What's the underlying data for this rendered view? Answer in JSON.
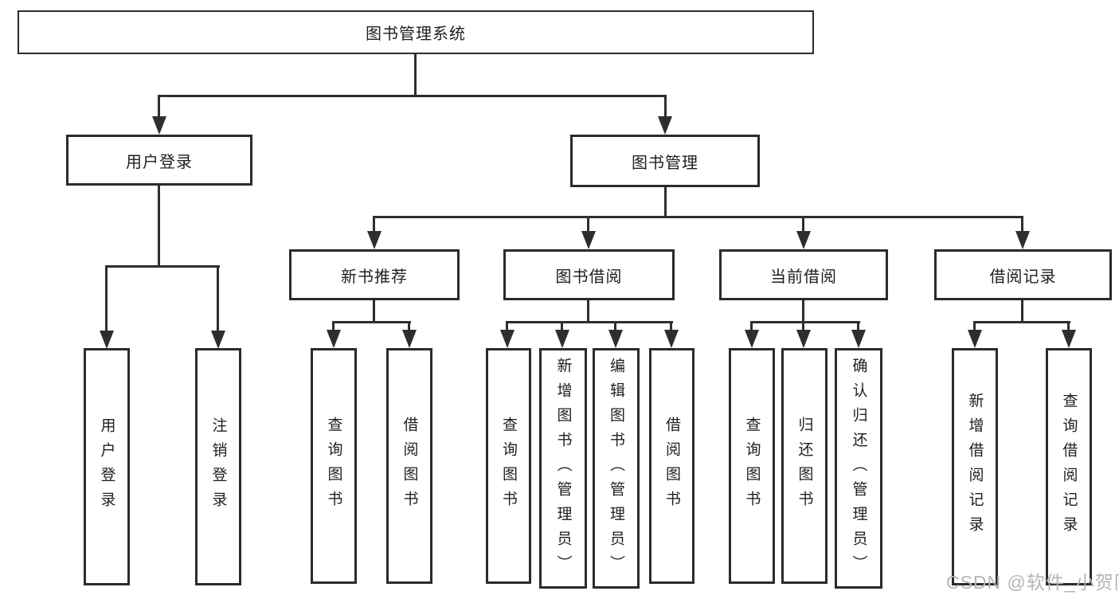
{
  "tree": {
    "root": "图书管理系统",
    "children": [
      {
        "label": "用户登录",
        "children": [
          "用户登录",
          "注销登录"
        ]
      },
      {
        "label": "图书管理",
        "children": [
          {
            "label": "新书推荐",
            "children": [
              "查询图书",
              "借阅图书"
            ]
          },
          {
            "label": "图书借阅",
            "children": [
              "查询图书",
              "新增图书（管理员）",
              "编辑图书（管理员）",
              "借阅图书"
            ]
          },
          {
            "label": "当前借阅",
            "children": [
              "查询图书",
              "归还图书",
              "确认归还（管理员）"
            ]
          },
          {
            "label": "借阅记录",
            "children": [
              "新增借阅记录",
              "查询借阅记录"
            ]
          }
        ]
      }
    ]
  },
  "watermark": {
    "text": "CSDN @软件_小贺同学"
  },
  "colors": {
    "line": "#2e2e2e",
    "box_border": "#2b2b2b",
    "text": "#1f1f1f",
    "watermark": "#b5b5b5",
    "background": "#ffffff"
  }
}
